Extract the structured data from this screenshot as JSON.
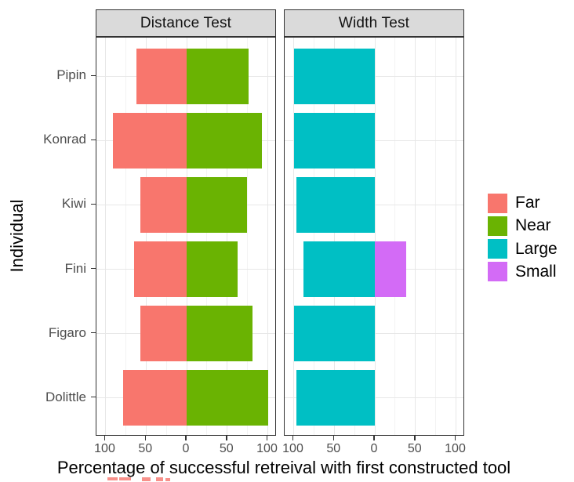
{
  "chart_data": {
    "type": "bar",
    "variant": "horizontal-diverging-faceted",
    "title": "",
    "xlabel": "Percentage of successful retreival with first constructed tool",
    "ylabel": "Individual",
    "categories": [
      "Pipin",
      "Konrad",
      "Kiwi",
      "Fini",
      "Figaro",
      "Dolittle"
    ],
    "facets": [
      {
        "label": "Distance Test",
        "series": [
          {
            "name": "Far",
            "side": "left",
            "color_key": "far",
            "values": [
              62,
              91,
              57,
              65,
              57,
              78
            ]
          },
          {
            "name": "Near",
            "side": "right",
            "color_key": "near",
            "values": [
              76,
              93,
              74,
              63,
              81,
              100
            ]
          }
        ]
      },
      {
        "label": "Width Test",
        "series": [
          {
            "name": "Large",
            "side": "left",
            "color_key": "large",
            "values": [
              100,
              100,
              97,
              88,
              100,
              97
            ]
          },
          {
            "name": "Small",
            "side": "right",
            "color_key": "small",
            "values": [
              0,
              0,
              0,
              39,
              0,
              0
            ]
          }
        ]
      }
    ],
    "x_tick_values": [
      -100,
      -50,
      0,
      50,
      100
    ],
    "x_tick_labels": [
      "100",
      "50",
      "0",
      "50",
      "100"
    ],
    "x_minor_values": [
      -75,
      -25,
      25,
      75
    ],
    "xlim": [
      -111,
      111
    ],
    "grid": true,
    "panel_border": true,
    "legend": {
      "position": "right",
      "entries": [
        {
          "label": "Far",
          "color": "#F8766D"
        },
        {
          "label": "Near",
          "color": "#6AB302"
        },
        {
          "label": "Large",
          "color": "#00BFC4"
        },
        {
          "label": "Small",
          "color": "#D36BF6"
        }
      ]
    }
  },
  "colors": {
    "far": "#F8766D",
    "near": "#6AB302",
    "large": "#00BFC4",
    "small": "#D36BF6",
    "strip_bg": "#DADADA",
    "grid_major": "#E7E7E7",
    "grid_minor": "#F3F3F3",
    "tick_text": "#4D4D4D",
    "panel_border": "#333333"
  }
}
